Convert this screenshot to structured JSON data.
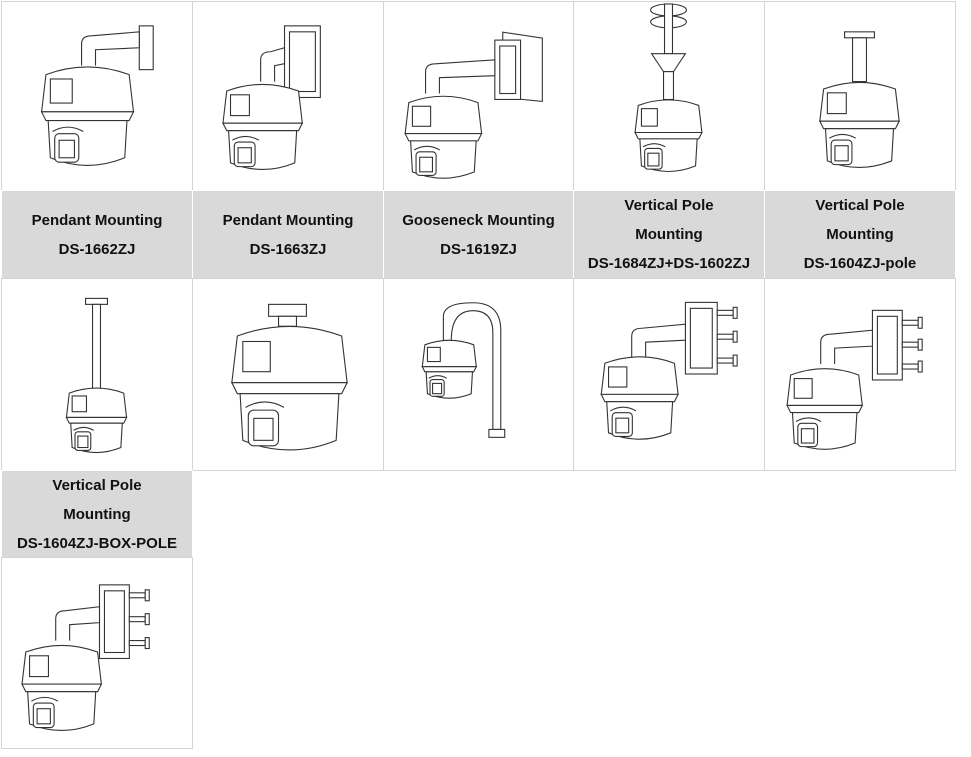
{
  "row1": {
    "images": [
      {
        "name": "pendant-mount-1662-drawing",
        "variant": "wall"
      },
      {
        "name": "pendant-mount-1663-drawing",
        "variant": "box"
      },
      {
        "name": "gooseneck-mount-1619-drawing",
        "variant": "wallbig"
      },
      {
        "name": "vertical-pole-mount-1684-1602-drawing",
        "variant": "poleclamp"
      },
      {
        "name": "vertical-pole-mount-1604-pole-drawing",
        "variant": "pendant"
      }
    ],
    "labels": [
      [
        "Pendant Mounting",
        "DS-1662ZJ"
      ],
      [
        "Pendant Mounting",
        "DS-1663ZJ"
      ],
      [
        "Gooseneck Mounting",
        "DS-1619ZJ"
      ],
      [
        "Vertical Pole",
        "Mounting",
        "DS-1684ZJ+DS-1602ZJ"
      ],
      [
        "Vertical Pole",
        "Mounting",
        "DS-1604ZJ-pole"
      ]
    ]
  },
  "row2": {
    "images": [
      {
        "name": "long-pendant-drawing",
        "variant": "longpole"
      },
      {
        "name": "ceiling-mount-drawing",
        "variant": "ceiling"
      },
      {
        "name": "gooseneck-drawing",
        "variant": "gooseneck"
      },
      {
        "name": "pole-box-mount-drawing",
        "variant": "polebox"
      },
      {
        "name": "pole-box-mount-drawing-2",
        "variant": "polebox2"
      }
    ],
    "labels": [
      [
        "Vertical Pole",
        "Mounting",
        "DS-1604ZJ-BOX-POLE"
      ]
    ]
  },
  "row3": {
    "images": [
      {
        "name": "vertical-pole-box-mount-drawing",
        "variant": "polebox3"
      }
    ]
  }
}
